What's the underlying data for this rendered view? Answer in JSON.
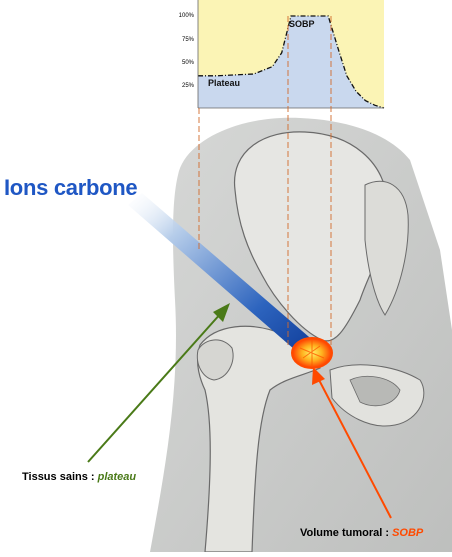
{
  "title": "Ions carbone",
  "healthy_label": {
    "prefix": "Tissus sains : ",
    "emph": "plateau"
  },
  "tumor_label": {
    "prefix": "Volume tumoral : ",
    "emph": "SOBP"
  },
  "colors": {
    "title": "#1f57c4",
    "plateau_accent": "#4a7a18",
    "sobp_accent": "#ff4a00",
    "chart_bg": "#fbf4b5",
    "curve_fill": "#c9d8ee"
  },
  "chart_data": {
    "type": "area",
    "yticks": [
      "100%",
      "75%",
      "50%",
      "25%"
    ],
    "annotations": [
      "SOBP",
      "Plateau"
    ],
    "ylim": [
      0,
      100
    ],
    "x": [
      0,
      10,
      20,
      30,
      40,
      45,
      50,
      55,
      60,
      70,
      76,
      80,
      85,
      90,
      95,
      100
    ],
    "values": [
      35,
      35,
      36,
      37,
      45,
      60,
      100,
      100,
      100,
      100,
      60,
      35,
      18,
      8,
      3,
      0
    ]
  }
}
